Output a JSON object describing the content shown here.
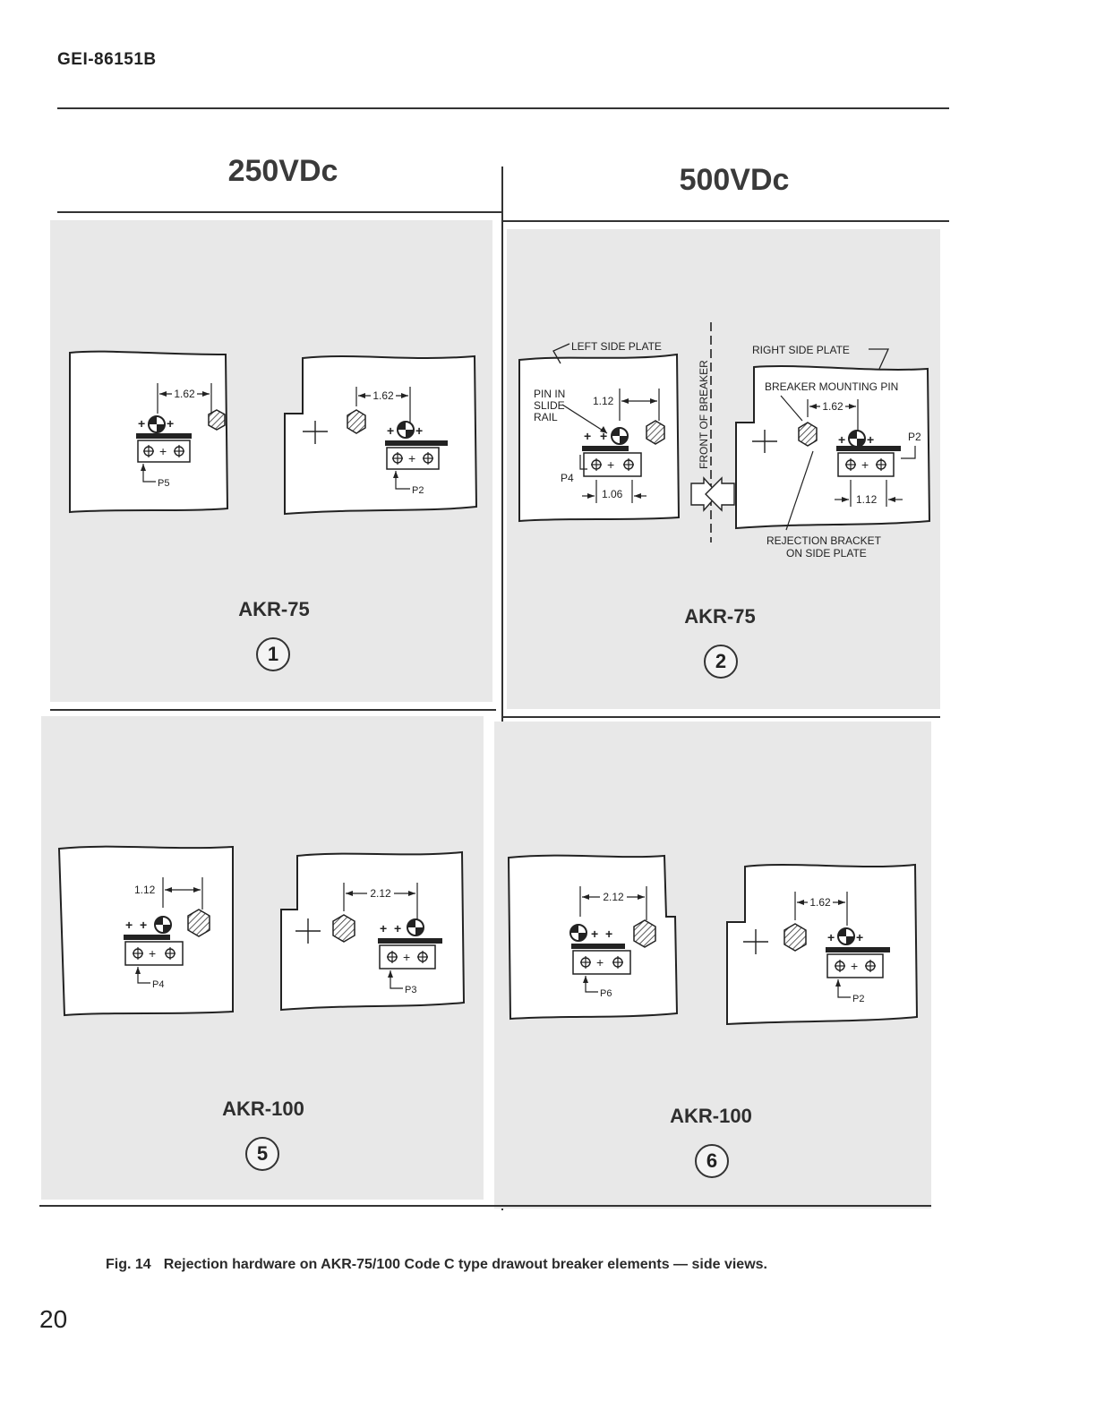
{
  "header": {
    "doc_id": "GEI-86151B"
  },
  "columns": {
    "left_title": "250VDc",
    "right_title": "500VDc"
  },
  "panels": [
    {
      "model": "AKR-75",
      "number": "1"
    },
    {
      "model": "AKR-75",
      "number": "2"
    },
    {
      "model": "AKR-100",
      "number": "5"
    },
    {
      "model": "AKR-100",
      "number": "6"
    }
  ],
  "diagram_labels": {
    "p1_left_dim": "1.62",
    "p1_left_pos": "P5",
    "p1_right_dim": "1.62",
    "p1_right_pos": "P2",
    "p2_left_plate": "LEFT SIDE PLATE",
    "p2_pin_line1": "PIN IN",
    "p2_pin_line2": "SLIDE",
    "p2_pin_line3": "RAIL",
    "p2_left_dim_top": "1.12",
    "p2_left_dim_bottom": "1.06",
    "p2_left_pos": "P4",
    "p2_front": "FRONT OF BREAKER",
    "p2_right_plate": "RIGHT SIDE PLATE",
    "p2_mounting_pin": "BREAKER MOUNTING PIN",
    "p2_right_dim_top": "1.62",
    "p2_right_dim_bottom": "1.12",
    "p2_right_pos": "P2",
    "p2_bracket_line1": "REJECTION BRACKET",
    "p2_bracket_line2": "ON SIDE PLATE",
    "p5_left_dim": "1.12",
    "p5_left_pos": "P4",
    "p5_right_dim": "2.12",
    "p5_right_pos": "P3",
    "p6_left_dim": "2.12",
    "p6_left_pos": "P6",
    "p6_right_dim": "1.62",
    "p6_right_pos": "P2"
  },
  "caption": {
    "fig": "Fig. 14",
    "text": "Rejection hardware on AKR-75/100 Code C type drawout breaker elements — side views."
  },
  "footer": {
    "page_number": "20"
  }
}
